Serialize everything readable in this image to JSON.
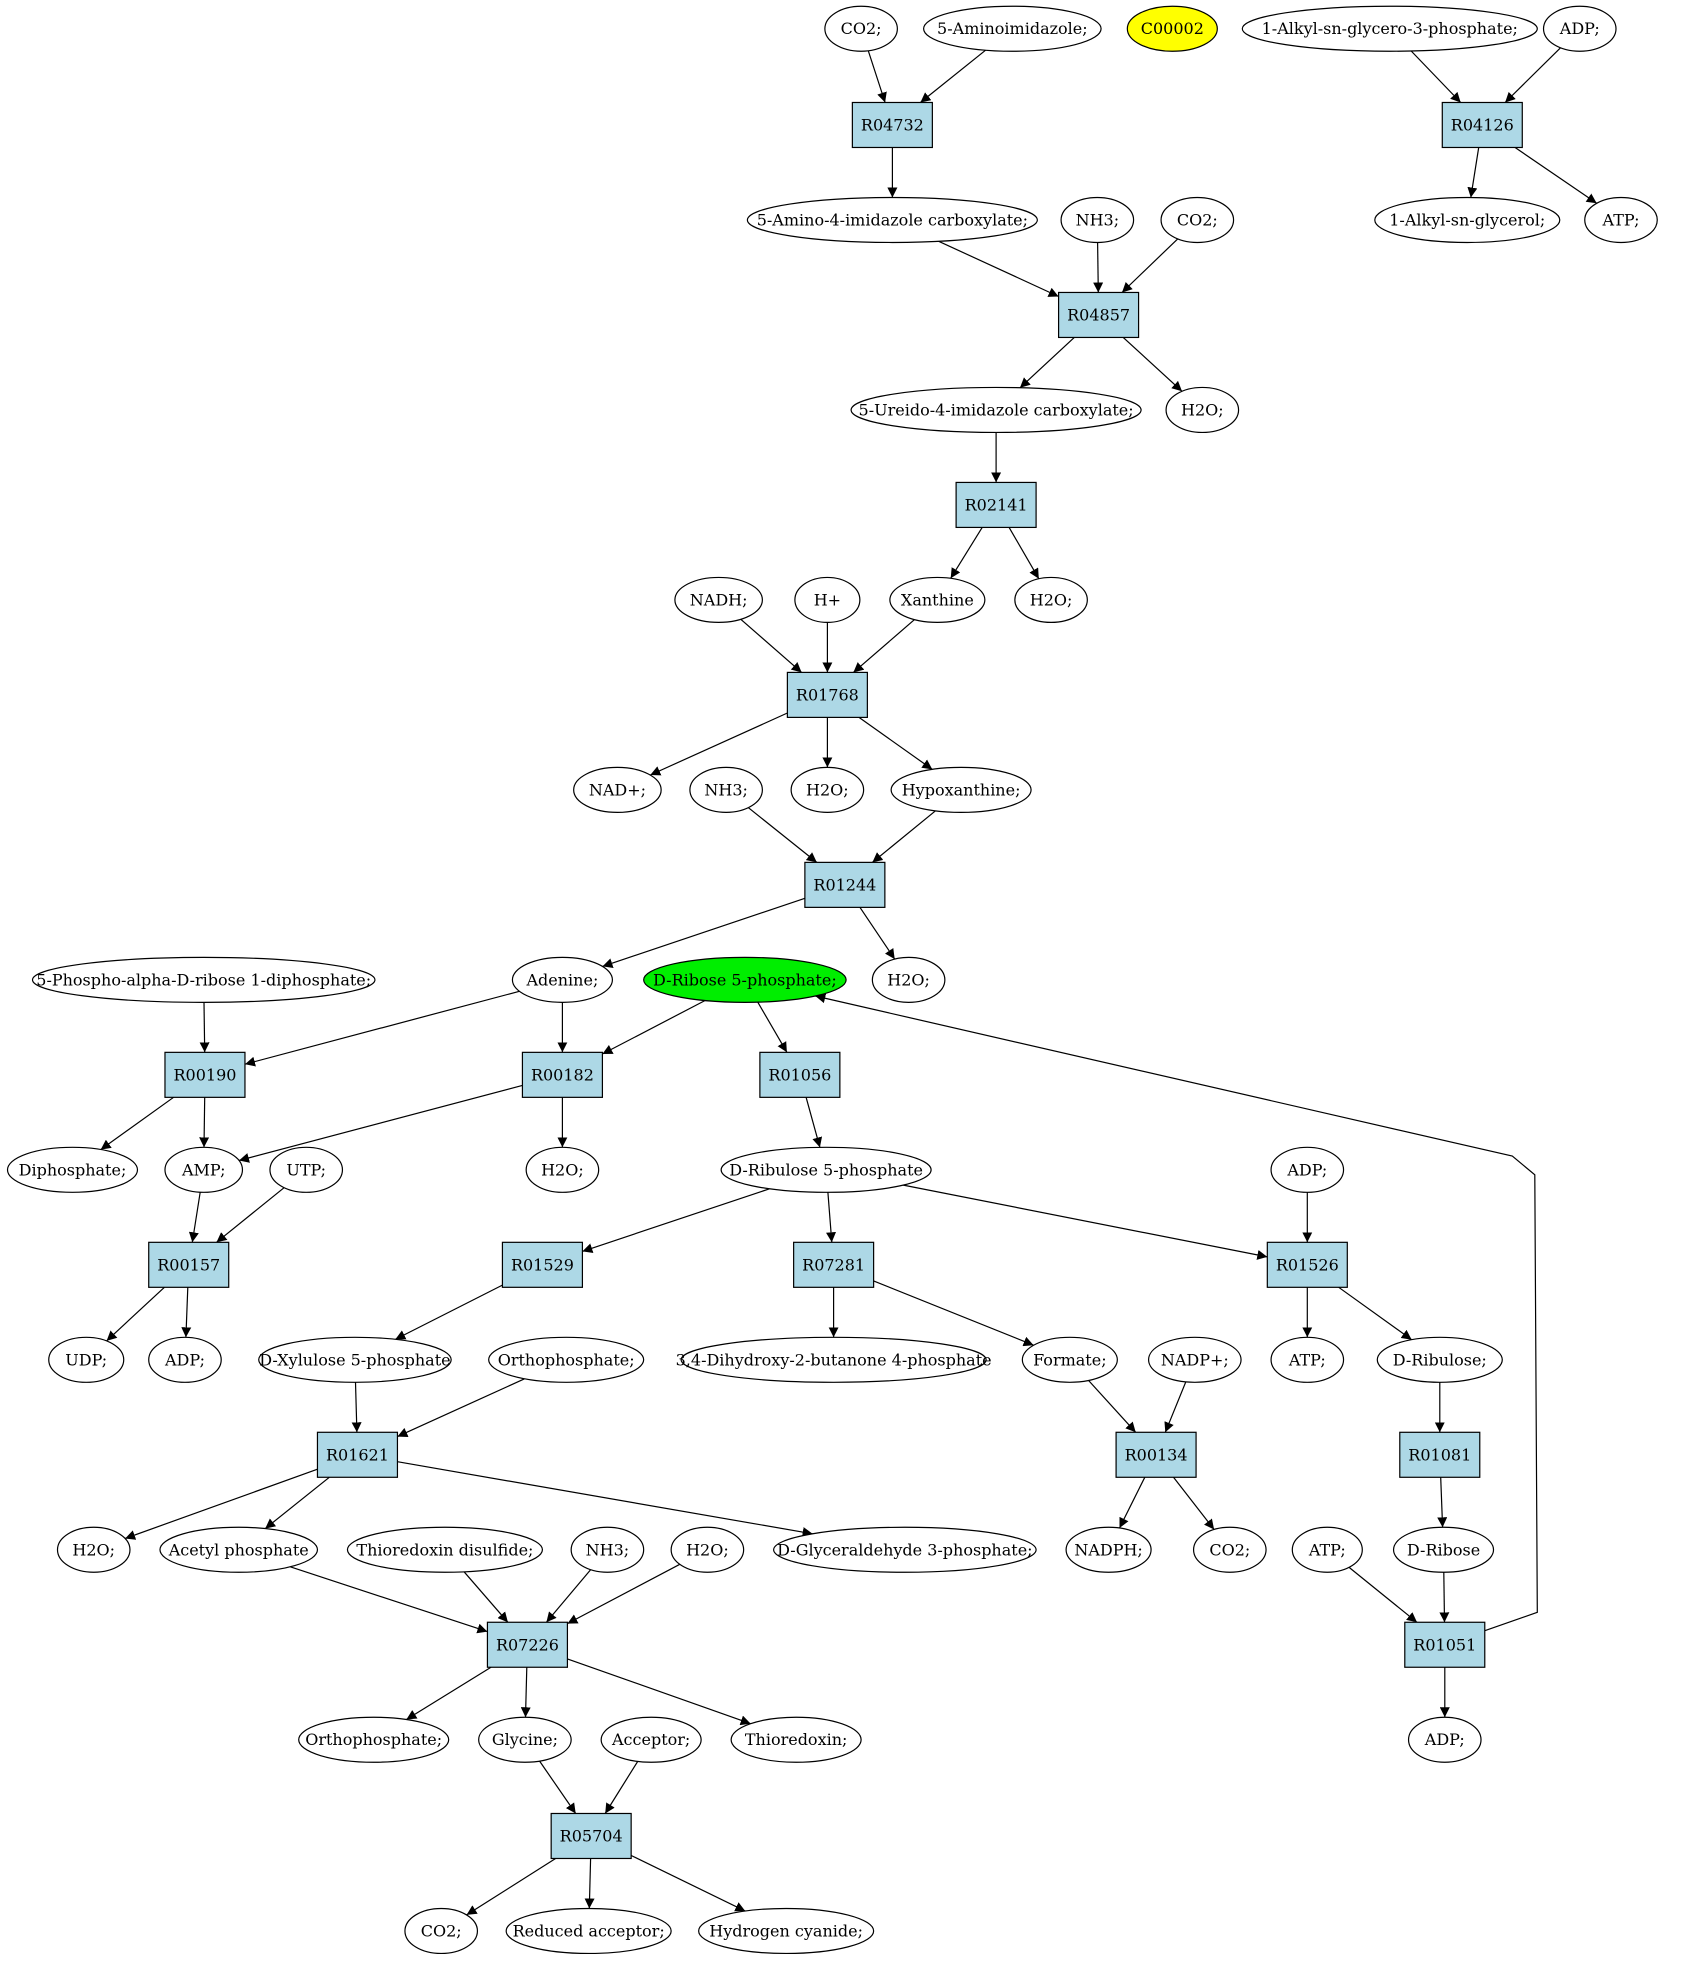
{
  "colors": {
    "reaction_fill": "#add8e6",
    "compound_fill": "#ffffff",
    "highlight_yellow": "#ffff00",
    "highlight_green": "#00ee00",
    "stroke": "#000000"
  },
  "reactions": [
    {
      "id": "R04732",
      "label": "R04732"
    },
    {
      "id": "R04126",
      "label": "R04126"
    },
    {
      "id": "R04857",
      "label": "R04857"
    },
    {
      "id": "R02141",
      "label": "R02141"
    },
    {
      "id": "R01768",
      "label": "R01768"
    },
    {
      "id": "R01244",
      "label": "R01244"
    },
    {
      "id": "R00190",
      "label": "R00190"
    },
    {
      "id": "R00182",
      "label": "R00182"
    },
    {
      "id": "R01056",
      "label": "R01056"
    },
    {
      "id": "R00157",
      "label": "R00157"
    },
    {
      "id": "R01529",
      "label": "R01529"
    },
    {
      "id": "R07281",
      "label": "R07281"
    },
    {
      "id": "R01526",
      "label": "R01526"
    },
    {
      "id": "R01621",
      "label": "R01621"
    },
    {
      "id": "R00134",
      "label": "R00134"
    },
    {
      "id": "R01081",
      "label": "R01081"
    },
    {
      "id": "R07226",
      "label": "R07226"
    },
    {
      "id": "R01051",
      "label": "R01051"
    },
    {
      "id": "R05704",
      "label": "R05704"
    }
  ],
  "compounds": [
    {
      "id": "co2_a",
      "label": "CO2;"
    },
    {
      "id": "aminoimidazole",
      "label": "5-Aminoimidazole;"
    },
    {
      "id": "c00002",
      "label": "C00002",
      "highlight": "yellow"
    },
    {
      "id": "alkylglycerophosphate",
      "label": "1-Alkyl-sn-glycero-3-phosphate;"
    },
    {
      "id": "adp_a",
      "label": "ADP;"
    },
    {
      "id": "aica",
      "label": "5-Amino-4-imidazole carboxylate;"
    },
    {
      "id": "nh3_a",
      "label": "NH3;"
    },
    {
      "id": "co2_b",
      "label": "CO2;"
    },
    {
      "id": "alkylglycerol",
      "label": "1-Alkyl-sn-glycerol;"
    },
    {
      "id": "atp_a",
      "label": "ATP;"
    },
    {
      "id": "ureido",
      "label": "5-Ureido-4-imidazole carboxylate;"
    },
    {
      "id": "h2o_a",
      "label": "H2O;"
    },
    {
      "id": "nadh",
      "label": "NADH;"
    },
    {
      "id": "hplus",
      "label": "H+"
    },
    {
      "id": "xanthine",
      "label": "Xanthine"
    },
    {
      "id": "h2o_b",
      "label": "H2O;"
    },
    {
      "id": "nadplus",
      "label": "NAD+;"
    },
    {
      "id": "nh3_b",
      "label": "NH3;"
    },
    {
      "id": "h2o_c",
      "label": "H2O;"
    },
    {
      "id": "hypoxanthine",
      "label": "Hypoxanthine;"
    },
    {
      "id": "prpp",
      "label": "5-Phospho-alpha-D-ribose 1-diphosphate;"
    },
    {
      "id": "adenine",
      "label": "Adenine;"
    },
    {
      "id": "ribose5p",
      "label": "D-Ribose 5-phosphate;",
      "highlight": "green"
    },
    {
      "id": "h2o_d",
      "label": "H2O;"
    },
    {
      "id": "diphosphate",
      "label": "Diphosphate;"
    },
    {
      "id": "amp",
      "label": "AMP;"
    },
    {
      "id": "utp",
      "label": "UTP;"
    },
    {
      "id": "h2o_e",
      "label": "H2O;"
    },
    {
      "id": "ribulose5p",
      "label": "D-Ribulose 5-phosphate"
    },
    {
      "id": "adp_b",
      "label": "ADP;"
    },
    {
      "id": "udp",
      "label": "UDP;"
    },
    {
      "id": "adp_c",
      "label": "ADP;"
    },
    {
      "id": "xylulose5p",
      "label": "D-Xylulose 5-phosphate"
    },
    {
      "id": "orthophosphate_a",
      "label": "Orthophosphate;"
    },
    {
      "id": "dhbp",
      "label": "3,4-Dihydroxy-2-butanone 4-phosphate"
    },
    {
      "id": "formate",
      "label": "Formate;"
    },
    {
      "id": "nadpplus",
      "label": "NADP+;"
    },
    {
      "id": "atp_b",
      "label": "ATP;"
    },
    {
      "id": "ribulose",
      "label": "D-Ribulose;"
    },
    {
      "id": "h2o_f",
      "label": "H2O;"
    },
    {
      "id": "acetylphosphate",
      "label": "Acetyl phosphate"
    },
    {
      "id": "thioredoxin_disulfide",
      "label": "Thioredoxin disulfide;"
    },
    {
      "id": "nh3_c",
      "label": "NH3;"
    },
    {
      "id": "h2o_g",
      "label": "H2O;"
    },
    {
      "id": "g3p",
      "label": "D-Glyceraldehyde 3-phosphate;"
    },
    {
      "id": "nadph",
      "label": "NADPH;"
    },
    {
      "id": "co2_c",
      "label": "CO2;"
    },
    {
      "id": "atp_c",
      "label": "ATP;"
    },
    {
      "id": "ribose",
      "label": "D-Ribose"
    },
    {
      "id": "orthophosphate_b",
      "label": "Orthophosphate;"
    },
    {
      "id": "glycine",
      "label": "Glycine;"
    },
    {
      "id": "acceptor",
      "label": "Acceptor;"
    },
    {
      "id": "thioredoxin",
      "label": "Thioredoxin;"
    },
    {
      "id": "adp_d",
      "label": "ADP;"
    },
    {
      "id": "co2_d",
      "label": "CO2;"
    },
    {
      "id": "reduced_acceptor",
      "label": "Reduced acceptor;"
    },
    {
      "id": "hcn",
      "label": "Hydrogen cyanide;"
    }
  ],
  "edges": [
    [
      "co2_a",
      "R04732"
    ],
    [
      "aminoimidazole",
      "R04732"
    ],
    [
      "R04732",
      "aica"
    ],
    [
      "alkylglycerophosphate",
      "R04126"
    ],
    [
      "adp_a",
      "R04126"
    ],
    [
      "R04126",
      "alkylglycerol"
    ],
    [
      "R04126",
      "atp_a"
    ],
    [
      "aica",
      "R04857"
    ],
    [
      "nh3_a",
      "R04857"
    ],
    [
      "co2_b",
      "R04857"
    ],
    [
      "R04857",
      "ureido"
    ],
    [
      "R04857",
      "h2o_a"
    ],
    [
      "ureido",
      "R02141"
    ],
    [
      "R02141",
      "xanthine"
    ],
    [
      "R02141",
      "h2o_b"
    ],
    [
      "nadh",
      "R01768"
    ],
    [
      "hplus",
      "R01768"
    ],
    [
      "xanthine",
      "R01768"
    ],
    [
      "R01768",
      "nadplus"
    ],
    [
      "R01768",
      "h2o_c"
    ],
    [
      "R01768",
      "hypoxanthine"
    ],
    [
      "nh3_b",
      "R01244"
    ],
    [
      "hypoxanthine",
      "R01244"
    ],
    [
      "R01244",
      "adenine"
    ],
    [
      "R01244",
      "h2o_d"
    ],
    [
      "prpp",
      "R00190"
    ],
    [
      "adenine",
      "R00190"
    ],
    [
      "R00190",
      "diphosphate"
    ],
    [
      "R00190",
      "amp"
    ],
    [
      "adenine",
      "R00182"
    ],
    [
      "ribose5p",
      "R00182"
    ],
    [
      "R00182",
      "amp"
    ],
    [
      "R00182",
      "h2o_e"
    ],
    [
      "ribose5p",
      "R01056"
    ],
    [
      "R01056",
      "ribulose5p"
    ],
    [
      "amp",
      "R00157"
    ],
    [
      "utp",
      "R00157"
    ],
    [
      "R00157",
      "udp"
    ],
    [
      "R00157",
      "adp_c"
    ],
    [
      "ribulose5p",
      "R01529"
    ],
    [
      "ribulose5p",
      "R07281"
    ],
    [
      "ribulose5p",
      "R01526"
    ],
    [
      "adp_b",
      "R01526"
    ],
    [
      "R01529",
      "xylulose5p"
    ],
    [
      "R07281",
      "dhbp"
    ],
    [
      "R07281",
      "formate"
    ],
    [
      "R01526",
      "atp_b"
    ],
    [
      "R01526",
      "ribulose"
    ],
    [
      "xylulose5p",
      "R01621"
    ],
    [
      "orthophosphate_a",
      "R01621"
    ],
    [
      "R01621",
      "h2o_f"
    ],
    [
      "R01621",
      "acetylphosphate"
    ],
    [
      "R01621",
      "g3p"
    ],
    [
      "formate",
      "R00134"
    ],
    [
      "nadpplus",
      "R00134"
    ],
    [
      "R00134",
      "nadph"
    ],
    [
      "R00134",
      "co2_c"
    ],
    [
      "ribulose",
      "R01081"
    ],
    [
      "R01081",
      "ribose"
    ],
    [
      "acetylphosphate",
      "R07226"
    ],
    [
      "thioredoxin_disulfide",
      "R07226"
    ],
    [
      "nh3_c",
      "R07226"
    ],
    [
      "h2o_g",
      "R07226"
    ],
    [
      "R07226",
      "orthophosphate_b"
    ],
    [
      "R07226",
      "glycine"
    ],
    [
      "R07226",
      "thioredoxin"
    ],
    [
      "atp_c",
      "R01051"
    ],
    [
      "ribose",
      "R01051"
    ],
    [
      "R01051",
      "adp_d"
    ],
    [
      "R01051",
      "ribose5p"
    ],
    [
      "glycine",
      "R05704"
    ],
    [
      "acceptor",
      "R05704"
    ],
    [
      "R05704",
      "co2_d"
    ],
    [
      "R05704",
      "reduced_acceptor"
    ],
    [
      "R05704",
      "hcn"
    ]
  ]
}
